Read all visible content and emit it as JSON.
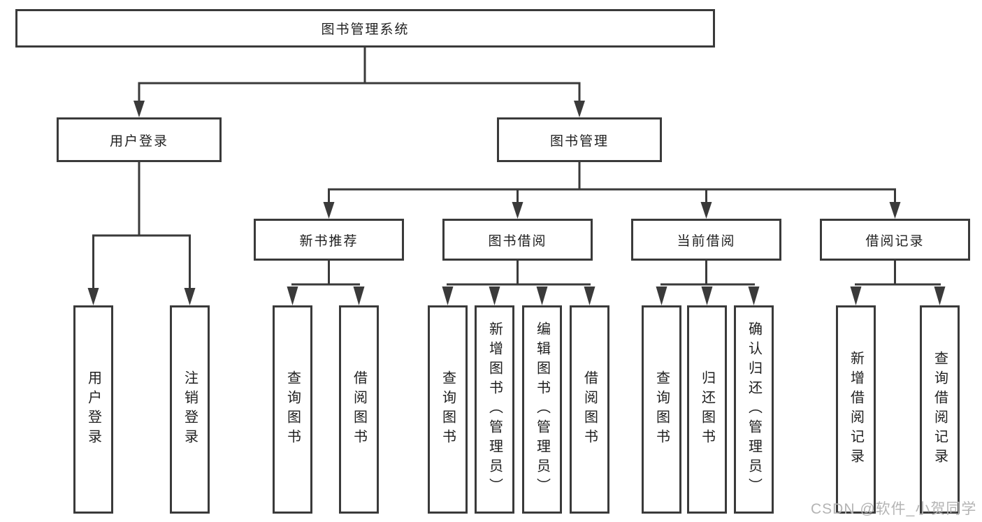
{
  "diagram": {
    "root": {
      "label": "图书管理系统"
    },
    "level2": [
      {
        "label": "用户登录"
      },
      {
        "label": "图书管理"
      }
    ],
    "level3": [
      {
        "label": "新书推荐"
      },
      {
        "label": "图书借阅"
      },
      {
        "label": "当前借阅"
      },
      {
        "label": "借阅记录"
      }
    ],
    "leaves": {
      "user_login_group": [
        {
          "label": "用户登录"
        },
        {
          "label": "注销登录"
        }
      ],
      "new_book_group": [
        {
          "label": "查询图书"
        },
        {
          "label": "借阅图书"
        }
      ],
      "book_borrow_group": [
        {
          "label": "查询图书"
        },
        {
          "label": "新增图书（管理员）"
        },
        {
          "label": "编辑图书（管理员）"
        },
        {
          "label": "借阅图书"
        }
      ],
      "current_borrow_group": [
        {
          "label": "查询图书"
        },
        {
          "label": "归还图书"
        },
        {
          "label": "确认归还（管理员）"
        }
      ],
      "borrow_record_group": [
        {
          "label": "新增借阅记录"
        },
        {
          "label": "查询借阅记录"
        }
      ]
    }
  },
  "watermark": {
    "text": "CSDN @软件_小贺同学"
  },
  "colors": {
    "line": "#3a3a3a",
    "box_border": "#3a3a3a",
    "text": "#1f1f1f",
    "watermark": "#b4b4b4",
    "background": "#ffffff"
  }
}
